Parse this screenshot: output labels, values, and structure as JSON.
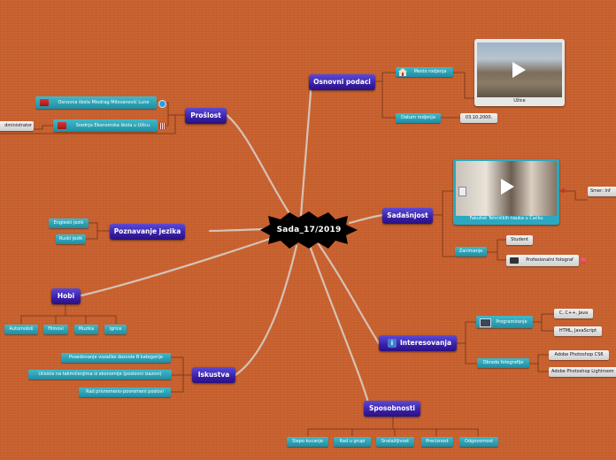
{
  "central": {
    "label": "Sada_17/2019"
  },
  "osnovni": {
    "label": "Osnovni podaci",
    "mesto_label": "Mesto rodjenja",
    "datum_label": "Datum rodjenja",
    "datum_value": "03.10.2000.",
    "city_caption": "Užice"
  },
  "sadasnjost": {
    "label": "Sadašnjost",
    "video_caption": "Fakultet Tehničkih nauka u Čačku",
    "smer": "Smer: Inf",
    "zanimanje_label": "Zanimanje",
    "student": "Student",
    "fotograf": "Profesionalni fotograf"
  },
  "interesovanja": {
    "label": "Interesovanja",
    "programiranje_label": "Programiranje",
    "prog_items": [
      "C, C++, Java",
      "HTML, JavaScript"
    ],
    "obrada_label": "Obrada fotografije",
    "obrada_items": [
      "Adobe Photoshop CS6",
      "Adobe Photoshop Lightroom"
    ]
  },
  "sposobnosti": {
    "label": "Sposobnosti",
    "items": [
      "Slepo kucanje",
      "Rad u grupi",
      "Snalažljivost",
      "Preciznost",
      "Odgovornost"
    ]
  },
  "iskustva": {
    "label": "Iskustva",
    "items": [
      "Posedovanje vozačke dozvole B kategorije",
      "Učešće na takmičenjima iz ekonomije (poslovni izazovi)",
      "Rad privremeno-povremeni poslovi"
    ]
  },
  "hobi": {
    "label": "Hobi",
    "items": [
      "Automobili",
      "Filmovi",
      "Muzika",
      "Igrice"
    ]
  },
  "jezici": {
    "label": "Poznavanje jezika",
    "items": [
      "Engleski jezik",
      "Ruski jezik"
    ]
  },
  "proslost": {
    "label": "Prošlost",
    "skola1": "Osnovna škola Miodrag Milovanović Lune",
    "skola2": "Srednja Ekonomska škola u Užicu",
    "admin": "dministrator"
  },
  "colors": {
    "background": "#c8602e",
    "main_node": "#3a20a8",
    "sub_node": "#1f8ea3",
    "connector": "#d9d3c8",
    "central": "#000000"
  }
}
